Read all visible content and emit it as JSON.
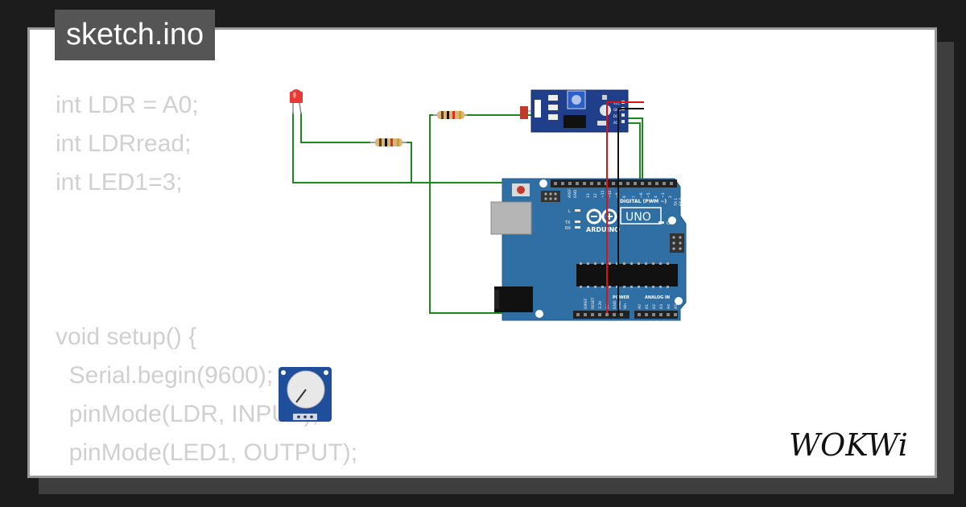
{
  "title": "sketch.ino",
  "code_lines": [
    "int LDR = A0;",
    "int LDRread;",
    "int LED1=3;",
    "",
    "",
    "",
    "void setup() {",
    "  Serial.begin(9600);",
    "  pinMode(LDR, INPUT);",
    "  pinMode(LED1, OUTPUT);"
  ],
  "board": {
    "name": "UNO",
    "brand": "ARDUINO",
    "digital_label": "DIGITAL (PWM ~)",
    "power_label": "POWER",
    "analog_label": "ANALOG IN",
    "on_label": "ON",
    "l_label": "L",
    "tx_label": "TX",
    "rx_label": "RX",
    "aref_label": "AREF",
    "gnd_label": "GND",
    "digital_pins": [
      "13",
      "12",
      "~11",
      "~10",
      "~9",
      "8",
      "7",
      "~6",
      "~5",
      "4",
      "~3",
      "2",
      "TX 1",
      "RX 0"
    ],
    "power_pins": [
      "IOREF",
      "RESET",
      "3.3V",
      "5V",
      "GND",
      "GND",
      "Vin"
    ],
    "analog_pins": [
      "A0",
      "A1",
      "A2",
      "A3",
      "A4",
      "A5"
    ]
  },
  "ldr_module_pins": [
    "VCC",
    "GND",
    "DO",
    "AO"
  ],
  "logo_text": "WOKWi",
  "colors": {
    "wire_green": "#1a8a1a",
    "wire_red": "#e01010",
    "wire_black": "#111111",
    "board_blue": "#2f6fa3",
    "module_blue": "#1f3f8a",
    "led_red": "#e53935"
  }
}
